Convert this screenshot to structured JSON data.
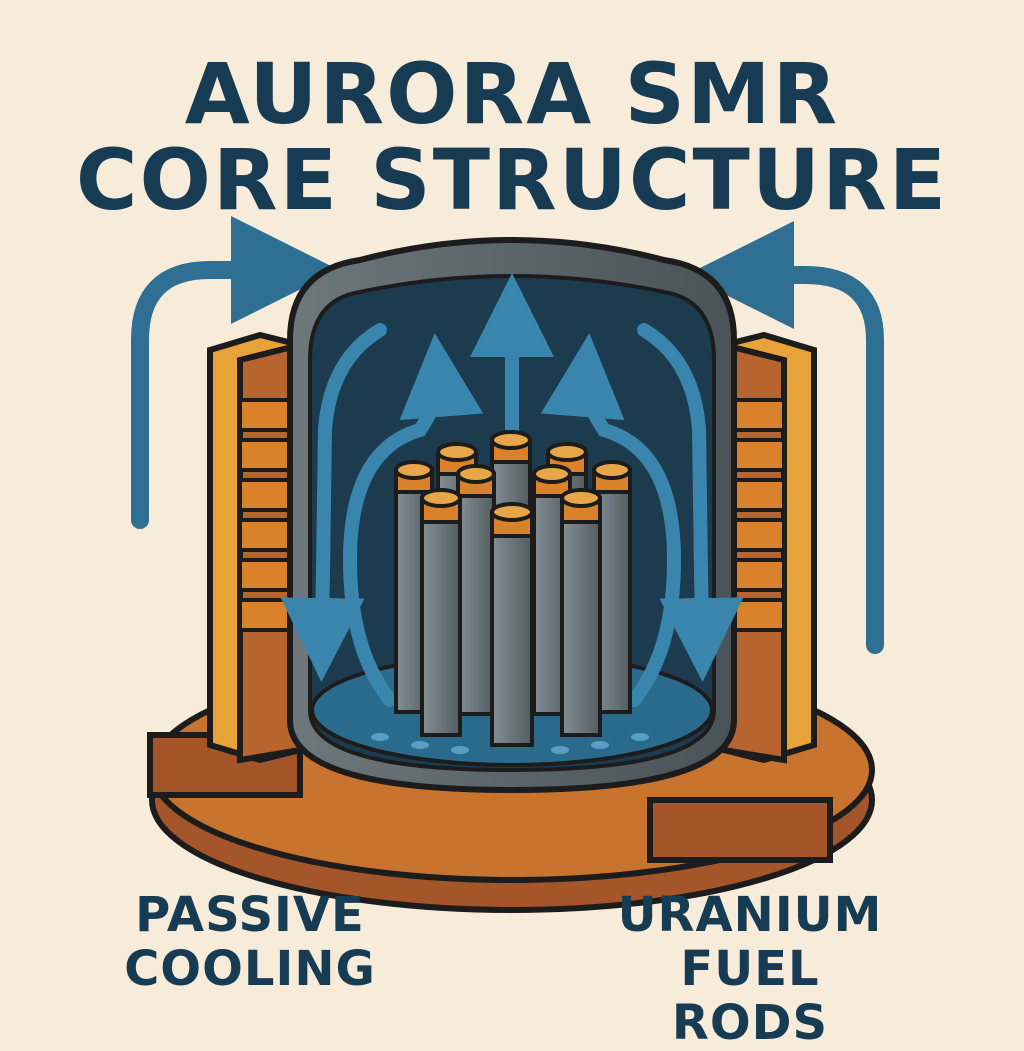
{
  "title": {
    "line1": "AURORA SMR",
    "line2": "CORE STRUCTURE"
  },
  "labels": {
    "left_line1": "PASSIVE",
    "left_line2": "COOLING",
    "right_line1": "URANIUM",
    "right_line2": "FUEL RODS"
  },
  "colors": {
    "background": "#f7ecd9",
    "title": "#163b52",
    "flow_arrow": "#2f6f93",
    "coolant": "#2a6a8c",
    "vessel": "#5a6469",
    "fuel_rod": "#6b767c",
    "fuel_cap": "#d9822b",
    "shield_orange": "#e8a23a",
    "base_brown": "#a5552a"
  },
  "icons": {
    "flow": "arrow-icon",
    "rod": "fuel-rod-icon",
    "vessel": "reactor-vessel-icon"
  }
}
